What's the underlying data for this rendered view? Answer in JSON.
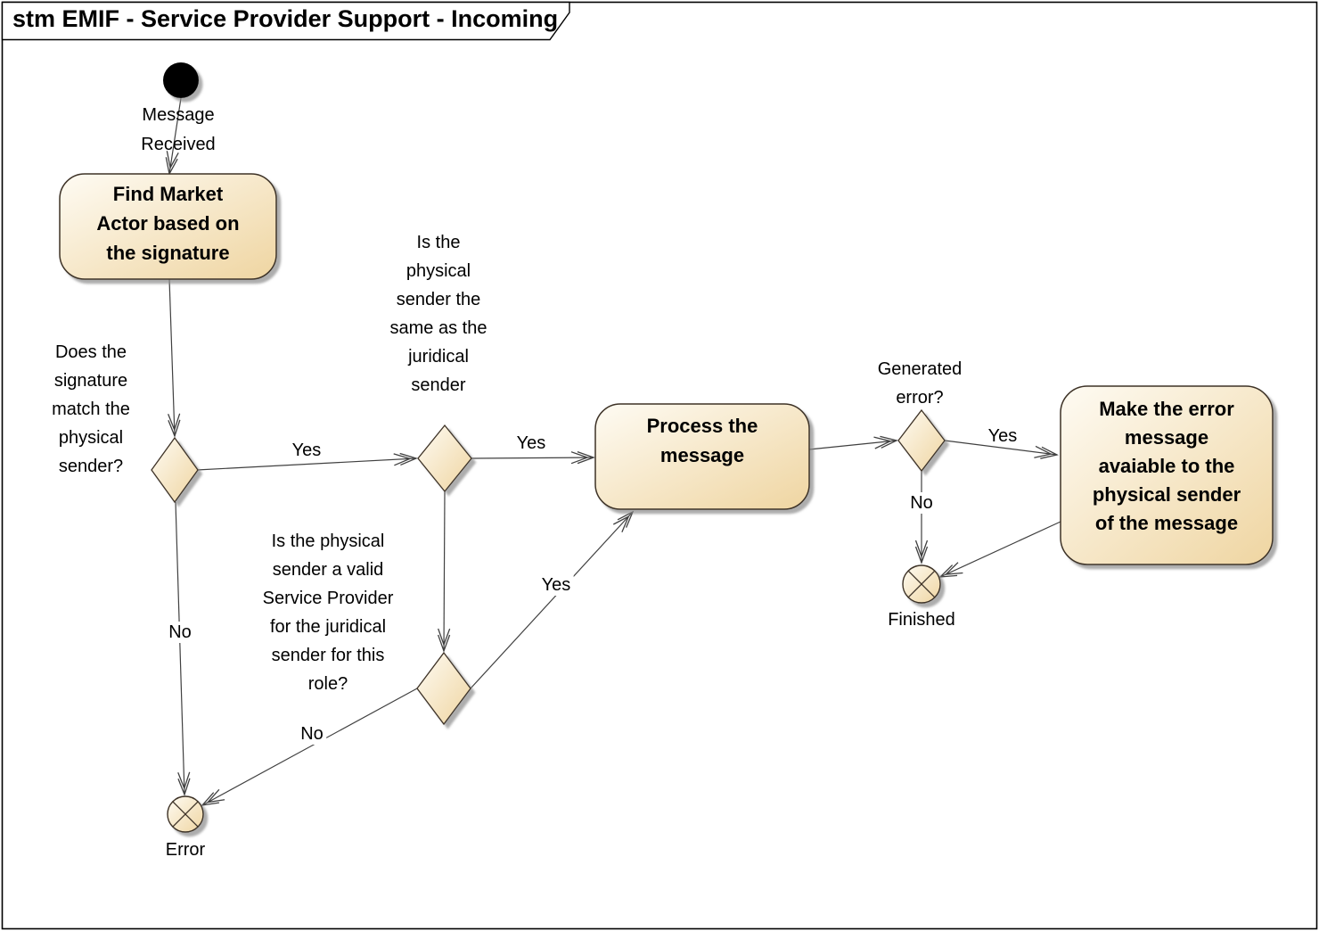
{
  "frame": {
    "title": "stm EMIF - Service Provider Support - Incoming"
  },
  "nodes": {
    "initial": {
      "label": "Message\nReceived"
    },
    "find_market_actor": {
      "label": "Find Market\nActor based on\nthe signature"
    },
    "process_message": {
      "label": "Process the\nmessage"
    },
    "make_error_available": {
      "label": "Make the error\nmessage\navaiable to the\nphysical sender\nof the message"
    },
    "finished": {
      "label": "Finished"
    },
    "error": {
      "label": "Error"
    }
  },
  "decisions": {
    "signature_match": {
      "label": "Does the\nsignature\nmatch the\nphysical\nsender?"
    },
    "same_as_juridical": {
      "label": "Is the\nphysical\nsender the\nsame as the\njuridical\nsender"
    },
    "valid_service_provider": {
      "label": "Is the physical\nsender a valid\nService Provider\nfor the juridical\nsender for this\nrole?"
    },
    "generated_error": {
      "label": "Generated\nerror?"
    }
  },
  "edges": {
    "signature_match_yes": {
      "label": "Yes"
    },
    "signature_match_no": {
      "label": "No"
    },
    "same_as_juridical_yes": {
      "label": "Yes"
    },
    "valid_sp_yes": {
      "label": "Yes"
    },
    "valid_sp_no": {
      "label": "No"
    },
    "generated_error_yes": {
      "label": "Yes"
    },
    "generated_error_no": {
      "label": "No"
    }
  },
  "colors": {
    "node_fill_light": "#FEFBF3",
    "node_fill_dark": "#EFD5A1",
    "node_stroke": "#3D3227",
    "edge_line": "#404040",
    "frame_stroke": "#000000",
    "initial_fill": "#000000",
    "shadow": "#8A8A8A"
  }
}
